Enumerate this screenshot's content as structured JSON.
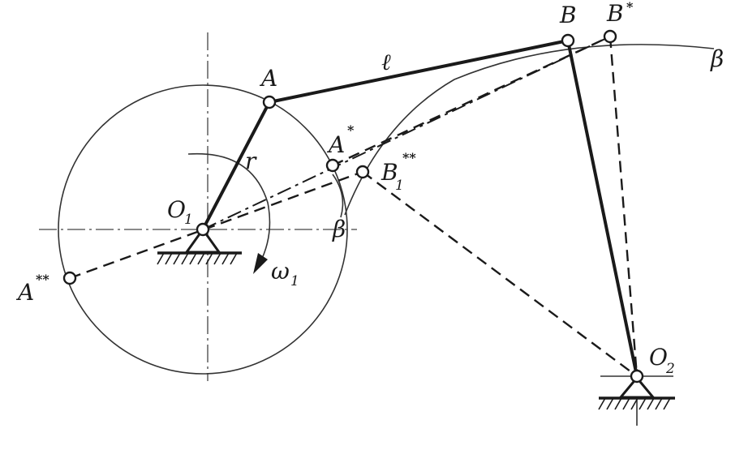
{
  "labels": {
    "A": "A",
    "A_star": "A",
    "A_star_sup": "*",
    "A_dstar": "A",
    "A_dstar_sup": "**",
    "B": "B",
    "B_star": "B",
    "B_star_sup": "*",
    "B1": "B",
    "B1_sub": "1",
    "B1_sup": "**",
    "O1": "O",
    "O1_sub": "1",
    "O2": "O",
    "O2_sub": "2",
    "l": "ℓ",
    "r": "r",
    "beta_right": "β",
    "beta_lower": "β",
    "omega": "ω",
    "omega_sub": "1"
  }
}
